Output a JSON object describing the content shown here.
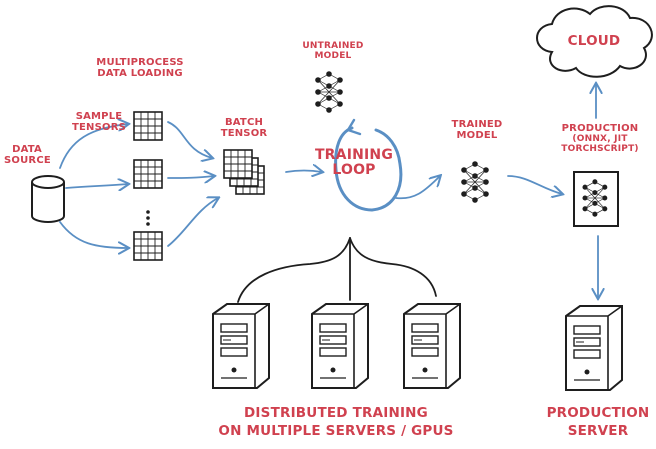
{
  "labels": {
    "data_source": [
      "DATA",
      "SOURCE"
    ],
    "multiprocess_loading": [
      "MULTIPROCESS",
      "DATA LOADING"
    ],
    "sample_tensors": [
      "SAMPLE",
      "TENSORS"
    ],
    "batch_tensor": [
      "BATCH",
      "TENSOR"
    ],
    "untrained_model": [
      "UNTRAINED",
      "MODEL"
    ],
    "training_loop": [
      "TRAINING",
      "LOOP"
    ],
    "trained_model": [
      "TRAINED",
      "MODEL"
    ],
    "cloud": "CLOUD",
    "production": [
      "PRODUCTION",
      "(ONNX, JIT",
      "TORCHSCRIPT)"
    ],
    "distributed_training": [
      "DISTRIBUTED TRAINING",
      "ON MULTIPLE SERVERS / GPUS"
    ],
    "production_server": [
      "PRODUCTION",
      "SERVER"
    ]
  },
  "colors": {
    "label": "#d0414f",
    "arrow": "#5a8fc4",
    "ink": "#1e1e1e"
  },
  "icons": {
    "data_source": "cylinder-icon",
    "sample_tensor": "grid-icon",
    "batch_tensor": "stacked-grid-icon",
    "model": "neural-network-icon",
    "cloud": "cloud-icon",
    "server": "server-tower-icon"
  }
}
